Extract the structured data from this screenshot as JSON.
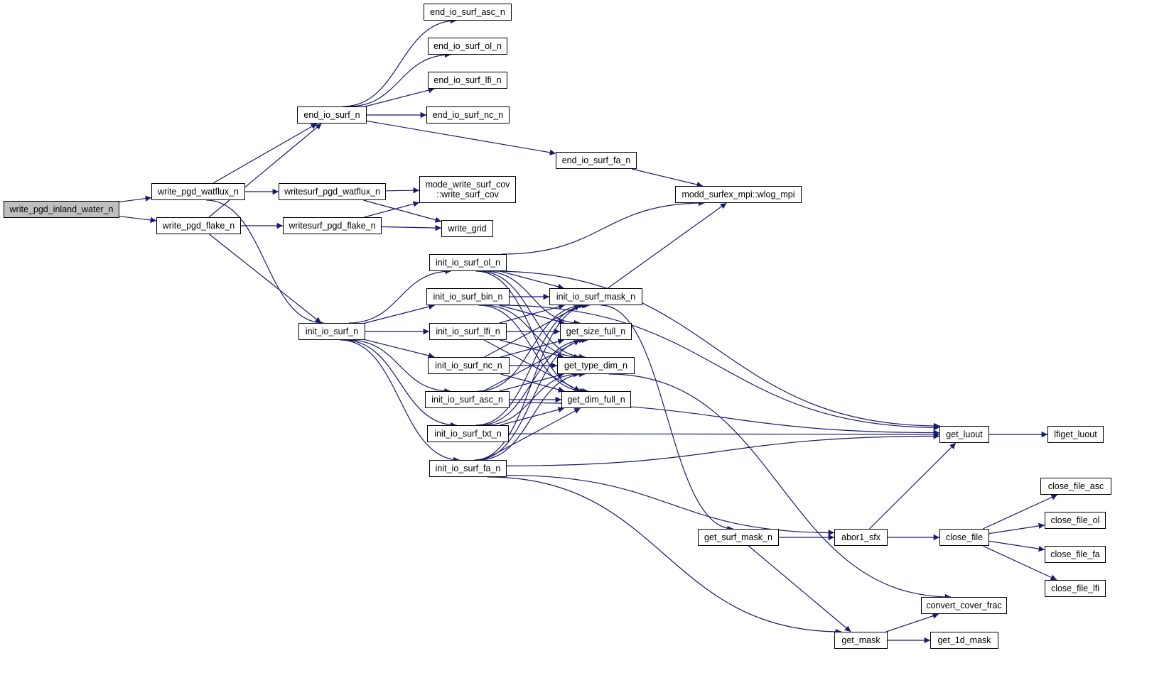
{
  "title": "Call graph of write_pgd_inland_water_n",
  "edge_color": "#191970",
  "root_fill": "#bfbfbf",
  "nodes": [
    {
      "id": "root",
      "label": "write_pgd_inland_water_n",
      "root": true
    },
    {
      "id": "wpw",
      "label": "write_pgd_watflux_n"
    },
    {
      "id": "wpf",
      "label": "write_pgd_flake_n"
    },
    {
      "id": "eis",
      "label": "end_io_surf_n"
    },
    {
      "id": "eisasc",
      "label": "end_io_surf_asc_n"
    },
    {
      "id": "eisol",
      "label": "end_io_surf_ol_n"
    },
    {
      "id": "eislfi",
      "label": "end_io_surf_lfi_n"
    },
    {
      "id": "eisnc",
      "label": "end_io_surf_nc_n"
    },
    {
      "id": "eisfa",
      "label": "end_io_surf_fa_n"
    },
    {
      "id": "wspw",
      "label": "writesurf_pgd_watflux_n"
    },
    {
      "id": "wspf",
      "label": "writesurf_pgd_flake_n"
    },
    {
      "id": "mwsc",
      "label": "mode_write_surf_cov\n::write_surf_cov"
    },
    {
      "id": "wg",
      "label": "write_grid"
    },
    {
      "id": "wlog",
      "label": "modd_surfex_mpi::wlog_mpi"
    },
    {
      "id": "iis",
      "label": "init_io_surf_n"
    },
    {
      "id": "iisol",
      "label": "init_io_surf_ol_n"
    },
    {
      "id": "iisbin",
      "label": "init_io_surf_bin_n"
    },
    {
      "id": "iislfi",
      "label": "init_io_surf_lfi_n"
    },
    {
      "id": "iisnc",
      "label": "init_io_surf_nc_n"
    },
    {
      "id": "iisasc",
      "label": "init_io_surf_asc_n"
    },
    {
      "id": "iistxt",
      "label": "init_io_surf_txt_n"
    },
    {
      "id": "iisfa",
      "label": "init_io_surf_fa_n"
    },
    {
      "id": "iismask",
      "label": "init_io_surf_mask_n"
    },
    {
      "id": "gsf",
      "label": "get_size_full_n"
    },
    {
      "id": "gtd",
      "label": "get_type_dim_n"
    },
    {
      "id": "gdf",
      "label": "get_dim_full_n"
    },
    {
      "id": "gl",
      "label": "get_luout"
    },
    {
      "id": "lfl",
      "label": "lfiget_luout"
    },
    {
      "id": "gsm",
      "label": "get_surf_mask_n"
    },
    {
      "id": "abor",
      "label": "abor1_sfx"
    },
    {
      "id": "cf",
      "label": "close_file"
    },
    {
      "id": "cfasc",
      "label": "close_file_asc"
    },
    {
      "id": "cfol",
      "label": "close_file_ol"
    },
    {
      "id": "cffa",
      "label": "close_file_fa"
    },
    {
      "id": "cflfi",
      "label": "close_file_lfi"
    },
    {
      "id": "ccf",
      "label": "convert_cover_frac"
    },
    {
      "id": "gm",
      "label": "get_mask"
    },
    {
      "id": "g1m",
      "label": "get_1d_mask"
    }
  ]
}
